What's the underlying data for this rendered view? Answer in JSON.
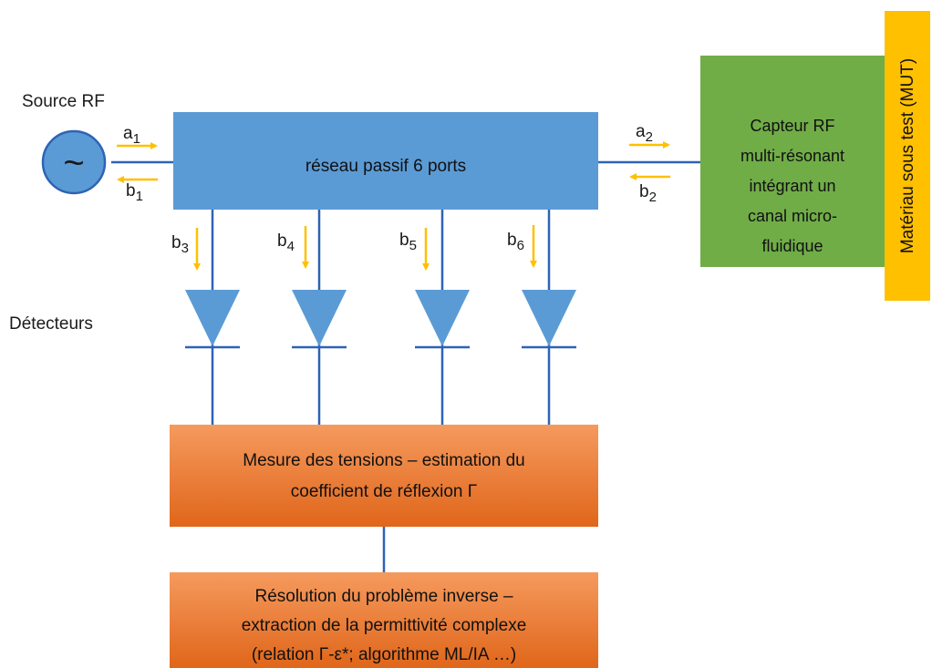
{
  "labels": {
    "source": "Source RF",
    "detectors": "Détecteurs"
  },
  "network": {
    "label": "réseau passif 6 ports"
  },
  "sensor": {
    "lines": [
      "Capteur RF",
      "multi-résonant",
      "intégrant un",
      "canal micro-",
      "fluidique"
    ]
  },
  "mut": {
    "label": "Matériau sous test (MUT)"
  },
  "measure": {
    "lines": [
      "Mesure des tensions – estimation du",
      "coefficient de réflexion Γ"
    ]
  },
  "inverse": {
    "lines": [
      "Résolution du problème inverse –",
      "extraction de la permittivité complexe",
      "(relation Γ-ε*; algorithme ML/IA …)"
    ]
  },
  "waves": {
    "a1": {
      "base": "a",
      "sub": "1"
    },
    "b1": {
      "base": "b",
      "sub": "1"
    },
    "a2": {
      "base": "a",
      "sub": "2"
    },
    "b2": {
      "base": "b",
      "sub": "2"
    },
    "b3": {
      "base": "b",
      "sub": "3"
    },
    "b4": {
      "base": "b",
      "sub": "4"
    },
    "b5": {
      "base": "b",
      "sub": "5"
    },
    "b6": {
      "base": "b",
      "sub": "6"
    }
  },
  "source_symbol": "~",
  "colors": {
    "blue_box": "#5b9bd5",
    "blue_line": "#2e63b5",
    "green_box": "#70ad47",
    "orange_box": "#ed7d31",
    "mut_bar": "#ffc000",
    "arrow": "#ffc000"
  }
}
